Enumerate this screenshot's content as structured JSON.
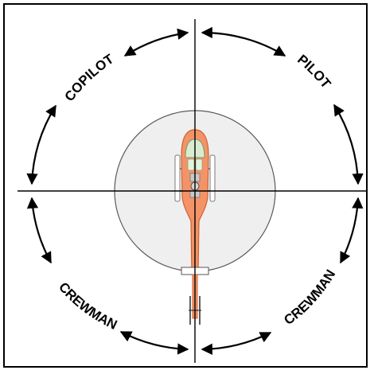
{
  "diagram": {
    "sectors": {
      "copilot": "COPILOT",
      "pilot": "PILOT",
      "crewman_left": "CREWMAN",
      "crewman_right": "CREWMAN"
    },
    "colors": {
      "line": "#000000",
      "circle_fill": "#efefef",
      "circle_stroke": "#5a5a5a",
      "fuselage": "#f29468",
      "fuselage_dark": "#d2602f",
      "canopy": "#d9ecd0",
      "gear": "#9a9a9a"
    }
  }
}
